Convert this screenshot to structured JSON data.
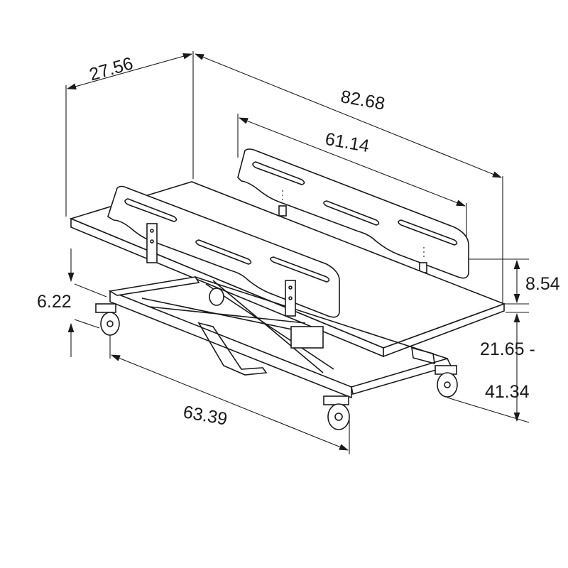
{
  "title": "Height-adjustable changing table with side rails - dimension drawing",
  "dimensions": {
    "width": "27.56",
    "length": "82.68",
    "rail_length": "61.14",
    "rail_height": "8.54",
    "base_clearance": "6.22",
    "height_range_min": "21.65 -",
    "height_range_max": "41.34",
    "base_length": "63.39"
  },
  "colors": {
    "line": "#1a1a1a",
    "background": "#ffffff"
  }
}
